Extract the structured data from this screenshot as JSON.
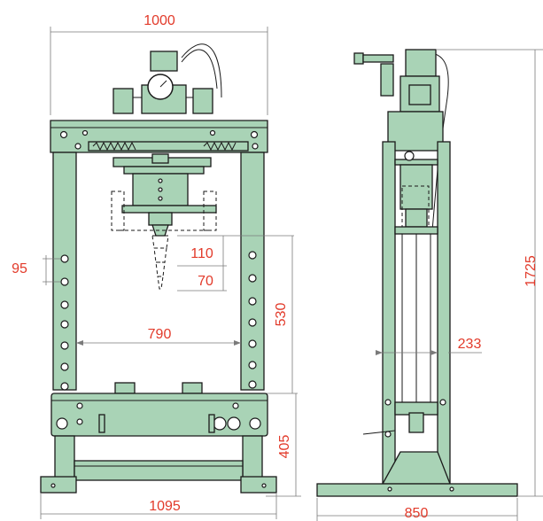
{
  "dimensions": {
    "top_width": "1000",
    "base_width_front": "1095",
    "hole_pitch": "95",
    "stroke_a": "110",
    "stroke_b": "70",
    "work_height": "530",
    "inner_width": "790",
    "base_height": "405",
    "overall_height": "1725",
    "column_depth": "233",
    "base_width_side": "850"
  },
  "colors": {
    "body": "#a9d3b6",
    "line": "#1a1a1a",
    "dimension_text": "#e23a2a"
  }
}
